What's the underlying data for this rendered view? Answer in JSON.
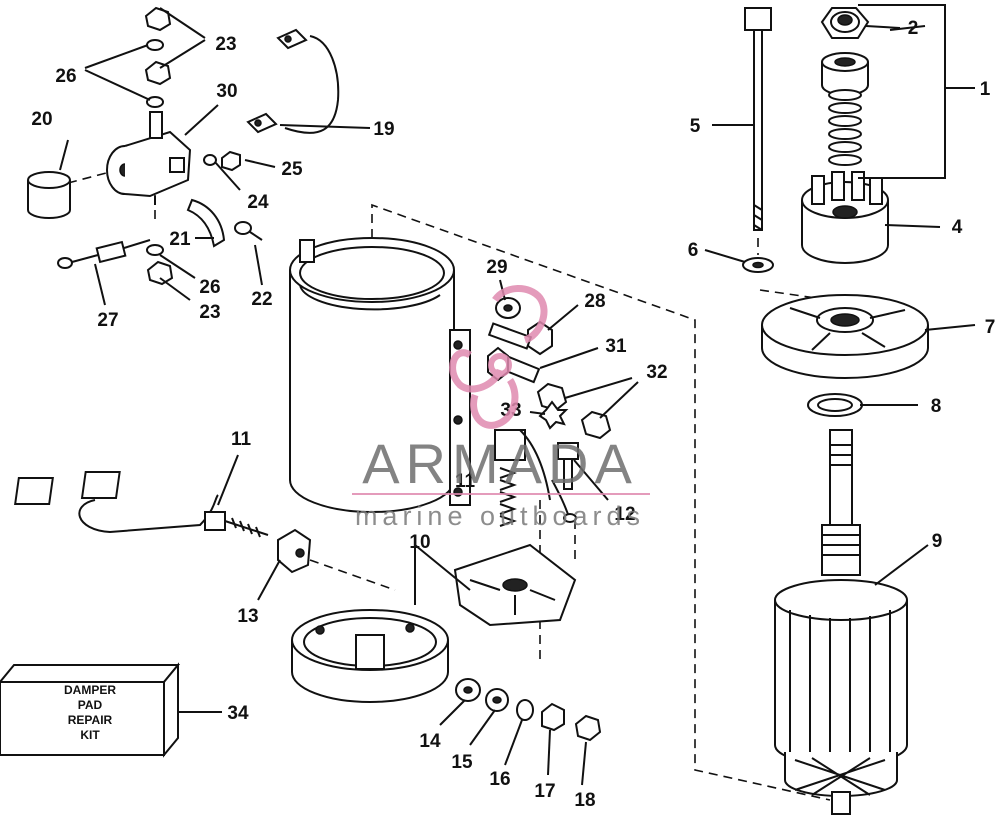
{
  "colors": {
    "ink": "#111111",
    "paper": "#ffffff",
    "watermark_pink": "#e08ab0",
    "watermark_gray": "#6e6e6e"
  },
  "watermark": {
    "title": "ARMADA",
    "subtitle": "marine outboards"
  },
  "kit_box": {
    "line1": "DAMPER",
    "line2": "PAD",
    "line3": "REPAIR",
    "line4": "KIT"
  },
  "callouts": {
    "c1": "1",
    "c2": "2",
    "c4": "4",
    "c5": "5",
    "c6": "6",
    "c7": "7",
    "c8": "8",
    "c9": "9",
    "c10": "10",
    "c11a": "11",
    "c11b": "11",
    "c12": "12",
    "c13": "13",
    "c14": "14",
    "c15": "15",
    "c16": "16",
    "c17": "17",
    "c18": "18",
    "c19": "19",
    "c20": "20",
    "c21": "21",
    "c22": "22",
    "c23a": "23",
    "c23b": "23",
    "c24": "24",
    "c25": "25",
    "c26a": "26",
    "c26b": "26",
    "c27": "27",
    "c28": "28",
    "c29": "29",
    "c30": "30",
    "c31": "31",
    "c32": "32",
    "c33": "33",
    "c34": "34"
  }
}
